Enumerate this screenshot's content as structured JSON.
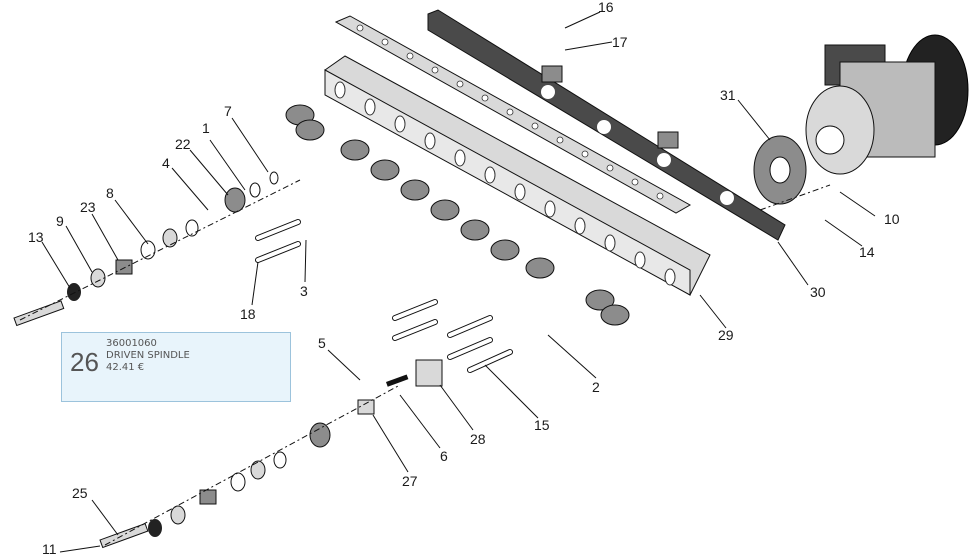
{
  "callouts": [
    "1",
    "2",
    "3",
    "4",
    "5",
    "6",
    "7",
    "8",
    "9",
    "10",
    "11",
    "13",
    "14",
    "15",
    "16",
    "17",
    "18",
    "22",
    "23",
    "25",
    "27",
    "28",
    "29",
    "30",
    "31"
  ],
  "tooltip": {
    "number": "26",
    "code": "36001060",
    "name": "DRIVEN SPINDLE",
    "price": "42.41 €"
  }
}
